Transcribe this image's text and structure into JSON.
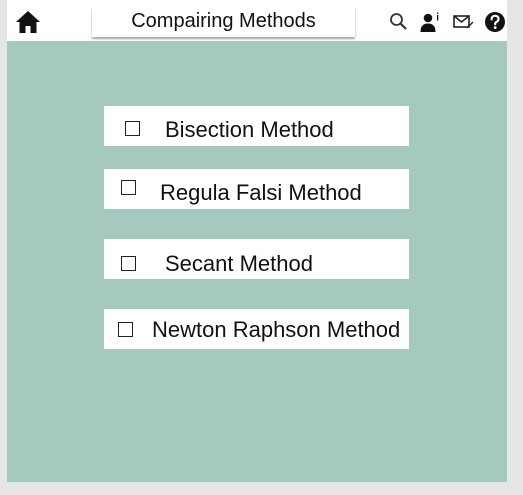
{
  "header": {
    "title": "Compairing Methods",
    "icons": [
      "home-icon",
      "search-icon",
      "user-info-icon",
      "mail-icon",
      "help-icon"
    ]
  },
  "options": [
    {
      "label": "Bisection Method",
      "checked": false
    },
    {
      "label": "Regula Falsi Method",
      "checked": false
    },
    {
      "label": "Secant Method",
      "checked": false
    },
    {
      "label": "Newton Raphson Method",
      "checked": false
    }
  ],
  "colors": {
    "background": "#a6c9bf",
    "header": "#ffffff",
    "card": "#ffffff"
  }
}
